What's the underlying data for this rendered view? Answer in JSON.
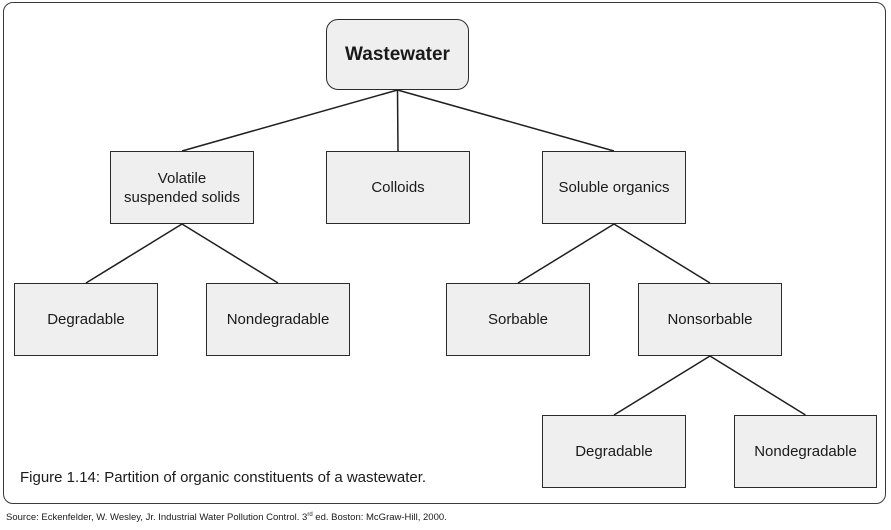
{
  "diagram": {
    "nodes": {
      "wastewater": "Wastewater",
      "volatile_suspended_solids": "Volatile\nsuspended solids",
      "colloids": "Colloids",
      "soluble_organics": "Soluble organics",
      "vss_degradable": "Degradable",
      "vss_nondegradable": "Nondegradable",
      "sorbable": "Sorbable",
      "nonsorbable": "Nonsorbable",
      "nonsorbable_degradable": "Degradable",
      "nonsorbable_nondegradable": "Nondegradable"
    },
    "edges": [
      [
        "wastewater",
        "volatile_suspended_solids"
      ],
      [
        "wastewater",
        "colloids"
      ],
      [
        "wastewater",
        "soluble_organics"
      ],
      [
        "volatile_suspended_solids",
        "vss_degradable"
      ],
      [
        "volatile_suspended_solids",
        "vss_nondegradable"
      ],
      [
        "soluble_organics",
        "sorbable"
      ],
      [
        "soluble_organics",
        "nonsorbable"
      ],
      [
        "nonsorbable",
        "nonsorbable_degradable"
      ],
      [
        "nonsorbable",
        "nonsorbable_nondegradable"
      ]
    ]
  },
  "caption": "Figure 1.14: Partition of organic constituents of a wastewater.",
  "source": {
    "before": "Source: Eckenfelder, W. Wesley, Jr. Industrial Water Pollution Control. 3",
    "superscript": "rd",
    "after": " ed. Boston: McGraw-Hill, 2000."
  },
  "colors": {
    "box_fill": "#efefef",
    "stroke": "#2b2b2b"
  }
}
